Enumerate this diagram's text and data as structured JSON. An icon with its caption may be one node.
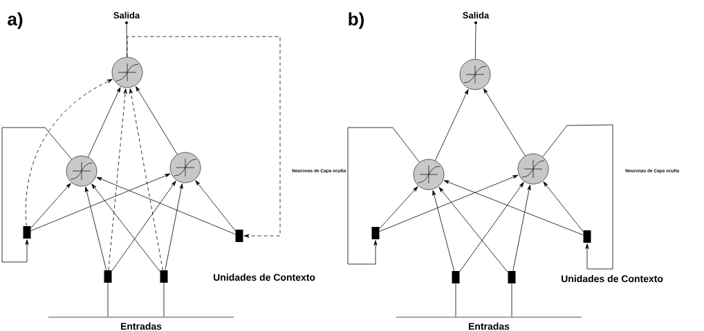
{
  "diagram": {
    "nodes": [
      {
        "text": [
          "Salida"
        ]
      },
      {
        "text": [],
        "shape": "circle"
      },
      {
        "text": [],
        "shape": "circle"
      },
      {
        "text": [],
        "shape": "circle"
      },
      {
        "text": [],
        "shape": "box"
      },
      {
        "text": [],
        "shape": "box"
      },
      {
        "text": [],
        "shape": "box"
      },
      {
        "text": [],
        "shape": "box"
      },
      {
        "text": [
          "Salida"
        ]
      },
      {
        "text": [],
        "shape": "circle"
      },
      {
        "text": [],
        "shape": "circle"
      },
      {
        "text": [],
        "shape": "circle"
      },
      {
        "text": [],
        "shape": "box"
      },
      {
        "text": [],
        "shape": "box"
      },
      {
        "text": [],
        "shape": "box"
      },
      {
        "text": [],
        "shape": "box"
      },
      {
        "text": [],
        "shape": "bar",
        "beside": [
          "Entradas"
        ]
      },
      {
        "text": [],
        "shape": "bar",
        "beside": [
          "Entradas"
        ]
      }
    ],
    "edges": [
      {
        "from": 1,
        "to": 0,
        "arrow": "none"
      },
      {
        "from": 2,
        "to": 1,
        "arrow": "to"
      },
      {
        "from": 3,
        "to": 1,
        "arrow": "to"
      },
      {
        "from": 4,
        "to": 1,
        "arrow": "to",
        "style": "dashed"
      },
      {
        "from": 6,
        "to": 1,
        "arrow": "to",
        "style": "dashed"
      },
      {
        "from": 7,
        "to": 1,
        "arrow": "to",
        "style": "dashed"
      },
      {
        "from": 4,
        "to": 2,
        "arrow": "to"
      },
      {
        "from": 4,
        "to": 3,
        "arrow": "to"
      },
      {
        "from": 6,
        "to": 2,
        "arrow": "to"
      },
      {
        "from": 6,
        "to": 3,
        "arrow": "to"
      },
      {
        "from": 7,
        "to": 2,
        "arrow": "to"
      },
      {
        "from": 7,
        "to": 3,
        "arrow": "to"
      },
      {
        "from": 5,
        "to": 2,
        "arrow": "to"
      },
      {
        "from": 5,
        "to": 3,
        "arrow": "to"
      },
      {
        "from": 2,
        "to": 4,
        "arrow": "to"
      },
      {
        "from": 1,
        "to": 5,
        "arrow": "to",
        "style": "dashed"
      },
      {
        "from": 9,
        "to": 8,
        "arrow": "none"
      },
      {
        "from": 10,
        "to": 9,
        "arrow": "to"
      },
      {
        "from": 11,
        "to": 9,
        "arrow": "to"
      },
      {
        "from": 12,
        "to": 10,
        "arrow": "to"
      },
      {
        "from": 12,
        "to": 11,
        "arrow": "to"
      },
      {
        "from": 14,
        "to": 10,
        "arrow": "to"
      },
      {
        "from": 14,
        "to": 11,
        "arrow": "to"
      },
      {
        "from": 15,
        "to": 10,
        "arrow": "to"
      },
      {
        "from": 15,
        "to": 11,
        "arrow": "to"
      },
      {
        "from": 13,
        "to": 10,
        "arrow": "to"
      },
      {
        "from": 13,
        "to": 11,
        "arrow": "to"
      },
      {
        "from": 10,
        "to": 12,
        "arrow": "to"
      },
      {
        "from": 11,
        "to": 13,
        "arrow": "to"
      },
      {
        "from": 6,
        "to": 16,
        "arrow": "none"
      },
      {
        "from": 7,
        "to": 16,
        "arrow": "none"
      },
      {
        "from": 14,
        "to": 17,
        "arrow": "none"
      },
      {
        "from": 15,
        "to": 17,
        "arrow": "none"
      }
    ],
    "labels": [
      "a)",
      "Neuronas de Capa oculta",
      "Unidades de Contexto",
      "b)",
      "Neuronas de Capa oculta",
      "Unidades de Contexto"
    ]
  }
}
